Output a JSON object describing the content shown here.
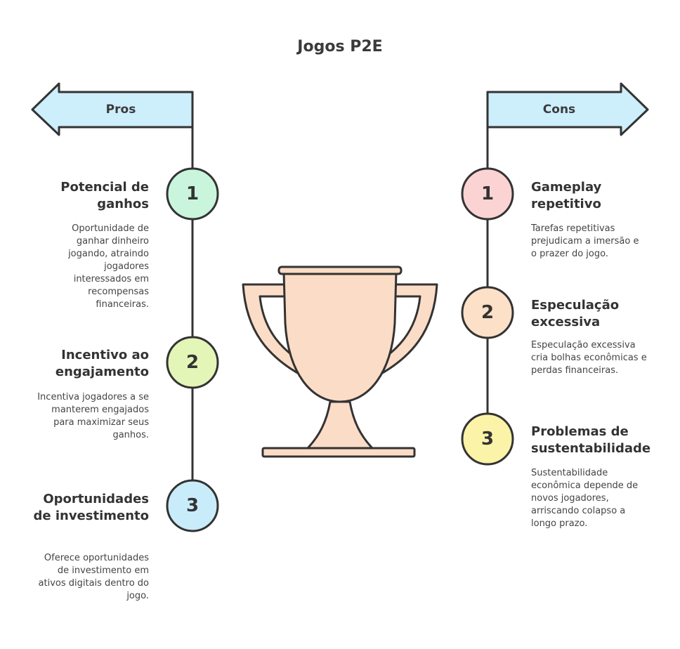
{
  "title": "Jogos P2E",
  "pros": {
    "label": "Pros",
    "items": [
      {
        "number": "1",
        "title": "Potencial de ganhos",
        "description": "Oportunidade de ganhar dinheiro jogando, atraindo jogadores interessados em recompensas financeiras.",
        "color": "#c9f5dc"
      },
      {
        "number": "2",
        "title": "Incentivo ao engajamento",
        "description": "Incentiva jogadores a se manterem engajados para maximizar seus ganhos.",
        "color": "#e4f5b8"
      },
      {
        "number": "3",
        "title": "Oportunidades de investimento",
        "description": "Oferece oportunidades de investimento em ativos digitais dentro do jogo.",
        "color": "#c9ecfa"
      }
    ]
  },
  "cons": {
    "label": "Cons",
    "items": [
      {
        "number": "1",
        "title": "Gameplay repetitivo",
        "description": "Tarefas repetitivas prejudicam a imersão e o prazer do jogo.",
        "color": "#fcd3d3"
      },
      {
        "number": "2",
        "title": "Especulação excessiva",
        "description": "Especulação excessiva cria bolhas econômicas e perdas financeiras.",
        "color": "#fde0c8"
      },
      {
        "number": "3",
        "title": "Problemas de sustentabilidade",
        "description": "Sustentabilidade econômica depende de novos jogadores, arriscando colapso a longo prazo.",
        "color": "#fbf3a8"
      }
    ]
  },
  "colors": {
    "arrow_fill": "#cdeefb",
    "trophy_fill": "#fbdcc6",
    "stroke": "#333333"
  },
  "icons": {
    "center": "trophy-icon"
  }
}
